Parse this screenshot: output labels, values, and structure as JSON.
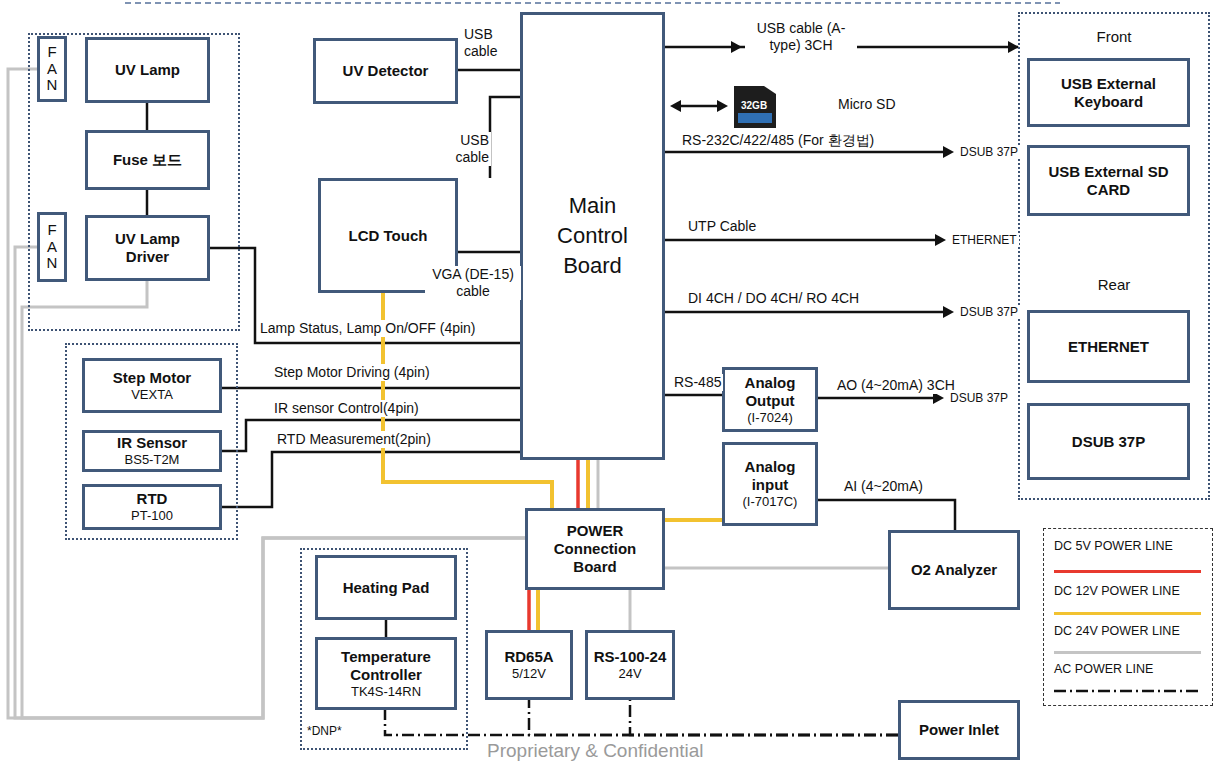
{
  "diagram": {
    "nodes": [
      {
        "text": []
      },
      {
        "text": [
          "FAN"
        ],
        "in": 0
      },
      {
        "text": [
          "UV Lamp"
        ],
        "in": 0
      },
      {
        "text": [
          "Fuse 보드"
        ],
        "in": 0
      },
      {
        "text": [
          "FAN"
        ],
        "in": 0
      },
      {
        "text": [
          "UV Lamp Driver"
        ],
        "in": 0
      },
      {
        "text": [
          "UV Detector"
        ]
      },
      {
        "text": [
          "Main Control Board"
        ]
      },
      {
        "text": [
          "LCD Touch"
        ]
      },
      {
        "text": []
      },
      {
        "text": [
          "Step Motor",
          "VEXTA"
        ],
        "in": 9
      },
      {
        "text": [
          "IR Sensor",
          "BS5-T2M"
        ],
        "in": 9
      },
      {
        "text": [
          "RTD",
          "PT-100"
        ],
        "in": 9
      },
      {
        "text": [
          "Analog Output",
          "(I-7024)"
        ]
      },
      {
        "text": [
          "Analog input",
          "(I-7017C)"
        ]
      },
      {
        "text": [
          "POWER Connection Board"
        ]
      },
      {
        "text": []
      },
      {
        "text": [
          "Heating Pad"
        ],
        "in": 16
      },
      {
        "text": [
          "Temperature Controller",
          "TK4S-14RN"
        ],
        "in": 16
      },
      {
        "text": [
          "O2 Analyzer"
        ]
      },
      {
        "text": [
          "RD65A",
          "5/12V"
        ]
      },
      {
        "text": [
          "RS-100-24",
          "24V"
        ]
      },
      {
        "text": [
          "Power Inlet"
        ]
      },
      {
        "text": [
          "Front",
          "Rear"
        ]
      },
      {
        "text": [
          "USB External Keyboard"
        ],
        "in": 23
      },
      {
        "text": [
          "USB External SD CARD"
        ],
        "in": 23
      },
      {
        "text": [
          "ETHERNET"
        ],
        "in": 23
      },
      {
        "text": [
          "DSUB 37P"
        ],
        "in": 23
      }
    ],
    "edges": [
      {
        "from": 2,
        "to": 3,
        "arrow": "none"
      },
      {
        "from": 3,
        "to": 5,
        "arrow": "none"
      },
      {
        "from": 6,
        "to": 7,
        "label": "USB cable",
        "arrow": "none"
      },
      {
        "from": 8,
        "to": 7,
        "label": "USB cable",
        "arrow": "none"
      },
      {
        "from": 8,
        "to": 7,
        "label": "VGA (DE-15) cable",
        "arrow": "none"
      },
      {
        "from": 7,
        "to": 23,
        "label": "USB cable (A-type) 3CH",
        "arrow": "to"
      },
      {
        "from": 5,
        "to": 7,
        "label": "Lamp Status, Lamp On/OFF (4pin)",
        "arrow": "none"
      },
      {
        "from": 10,
        "to": 7,
        "label": "Step Motor Driving (4pin)",
        "arrow": "none"
      },
      {
        "from": 11,
        "to": 7,
        "label": "IR sensor Control(4pin)",
        "arrow": "none"
      },
      {
        "from": 12,
        "to": 7,
        "label": "RTD Measurement(2pin)",
        "arrow": "none"
      },
      {
        "from": 7,
        "to": 13,
        "label": "RS-485",
        "arrow": "none"
      },
      {
        "from": 14,
        "to": 19,
        "label": "AI (4~20mA)",
        "arrow": "none"
      },
      {
        "from": 15,
        "to": 7,
        "arrow": "none"
      },
      {
        "from": 15,
        "to": 7,
        "arrow": "none"
      },
      {
        "from": 15,
        "to": 7,
        "arrow": "none"
      },
      {
        "from": 8,
        "to": 15,
        "arrow": "none"
      },
      {
        "from": 15,
        "to": 14,
        "arrow": "none"
      },
      {
        "from": 15,
        "to": 19,
        "arrow": "none"
      },
      {
        "from": 15,
        "to": 20,
        "arrow": "none"
      },
      {
        "from": 15,
        "to": 20,
        "arrow": "none"
      },
      {
        "from": 15,
        "to": 21,
        "arrow": "none"
      },
      {
        "from": 15,
        "to": 1,
        "arrow": "none"
      },
      {
        "from": 15,
        "to": 4,
        "arrow": "none"
      },
      {
        "from": 15,
        "to": 5,
        "arrow": "none"
      },
      {
        "from": 22,
        "to": 20,
        "arrow": "none"
      },
      {
        "from": 22,
        "to": 21,
        "arrow": "none"
      },
      {
        "from": 22,
        "to": 18,
        "arrow": "none"
      },
      {
        "from": 17,
        "to": 18,
        "arrow": "none"
      }
    ],
    "labels": [
      "32GB",
      "Micro SD",
      "RS-232C/422/485 (For 환경법)",
      "DSUB 37P",
      "UTP Cable",
      "ETHERNET",
      "DI 4CH / DO 4CH/ RO 4CH",
      "DSUB 37P",
      "AO (4~20mA) 3CH",
      "DSUB 37P",
      "*DNP*",
      "Proprietary & Confidential"
    ],
    "legend": [
      {
        "text": "DC 5V POWER LINE",
        "color": "#e8392e"
      },
      {
        "text": "DC 12V POWER LINE",
        "color": "#f2c230"
      },
      {
        "text": "DC 24V POWER LINE",
        "color": "#c4c4c4"
      },
      {
        "text": "AC POWER LINE"
      }
    ]
  }
}
